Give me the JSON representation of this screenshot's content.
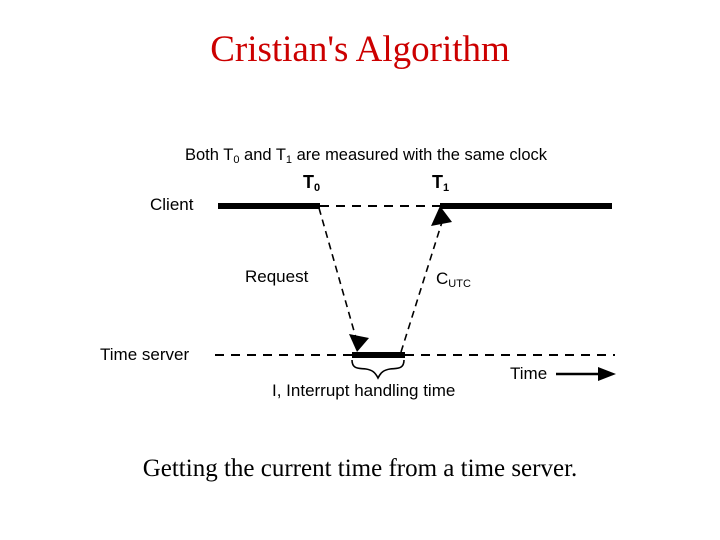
{
  "slide": {
    "title": "Cristian's Algorithm",
    "title_color": "#cc0000",
    "caption": "Getting the current time from a time server.",
    "background_color": "#ffffff"
  },
  "diagram": {
    "name": "cristians-algorithm-timing-diagram",
    "note": "Both T0 and T1 are measured with the same clock",
    "note_parts": {
      "before": "Both T",
      "sub0": "0",
      "middle": " and T",
      "sub1": "1",
      "after": " are measured with the same clock"
    },
    "timeline_labels": {
      "client": "Client",
      "time_server": "Time server"
    },
    "markers": {
      "t0_base": "T",
      "t0_sub": "0",
      "t1_base": "T",
      "t1_sub": "1"
    },
    "messages": {
      "request": "Request",
      "response_base": "C",
      "response_sub": "UTC"
    },
    "annotations": {
      "interrupt": "I, Interrupt handling time",
      "time_axis": "Time"
    },
    "line_color": "#000000"
  }
}
